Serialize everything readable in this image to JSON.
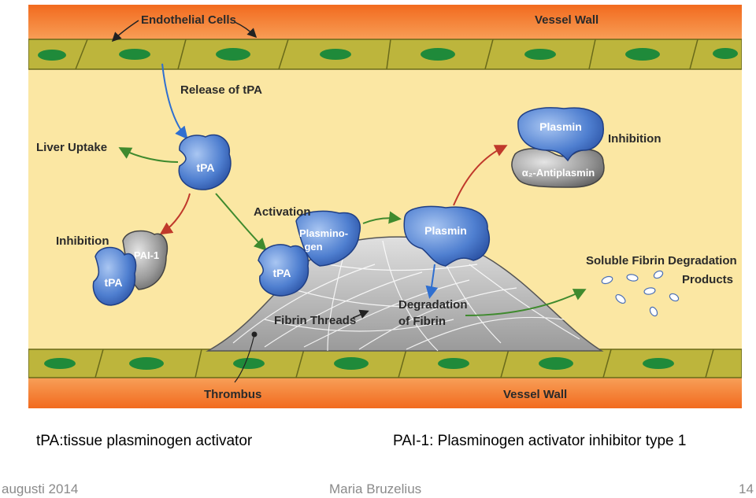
{
  "diagram": {
    "labels": {
      "endothelial_cells": "Endothelial Cells",
      "vessel_wall_top": "Vessel Wall",
      "vessel_wall_bottom": "Vessel Wall",
      "release_tpa": "Release of tPA",
      "liver_uptake": "Liver Uptake",
      "inhibition_left": "Inhibition",
      "activation": "Activation",
      "plasminogen_line1": "Plasmino-",
      "plasminogen_line2": "gen",
      "tpa_center": "tPA",
      "tpa_activation": "tPA",
      "tpa_inhibited": "tPA",
      "pai1": "PAI-1",
      "plasmin_clot": "Plasmin",
      "plasmin_complex": "Plasmin",
      "antiplasmin": "α₂-Antiplasmin",
      "inhibition_right": "Inhibition",
      "soluble_products_line1": "Soluble Fibrin Degradation",
      "soluble_products_line2": "Products",
      "degradation_line1": "Degradation",
      "degradation_line2": "of Fibrin",
      "fibrin_threads": "Fibrin Threads",
      "thrombus": "Thrombus"
    },
    "colors": {
      "vessel_wall": "#f07a2e",
      "lumen": "#fbe59a",
      "endothelium": "#b9b43a",
      "nucleus": "#1f8a3a",
      "enzyme_blue": "#3b6ec8",
      "inhibitor_gray": "#8c8c8c",
      "clot": "#b8b8b8",
      "arrow_green": "#3f8a2e",
      "arrow_red": "#c0392b",
      "arrow_blue": "#2f6fd0"
    }
  },
  "captions": {
    "tpa": "tPA:tissue plasminogen activator",
    "pai1": "PAI-1: Plasminogen activator inhibitor type 1"
  },
  "footer": {
    "date": "augusti 2014",
    "author": "Maria Bruzelius",
    "page": "14"
  }
}
